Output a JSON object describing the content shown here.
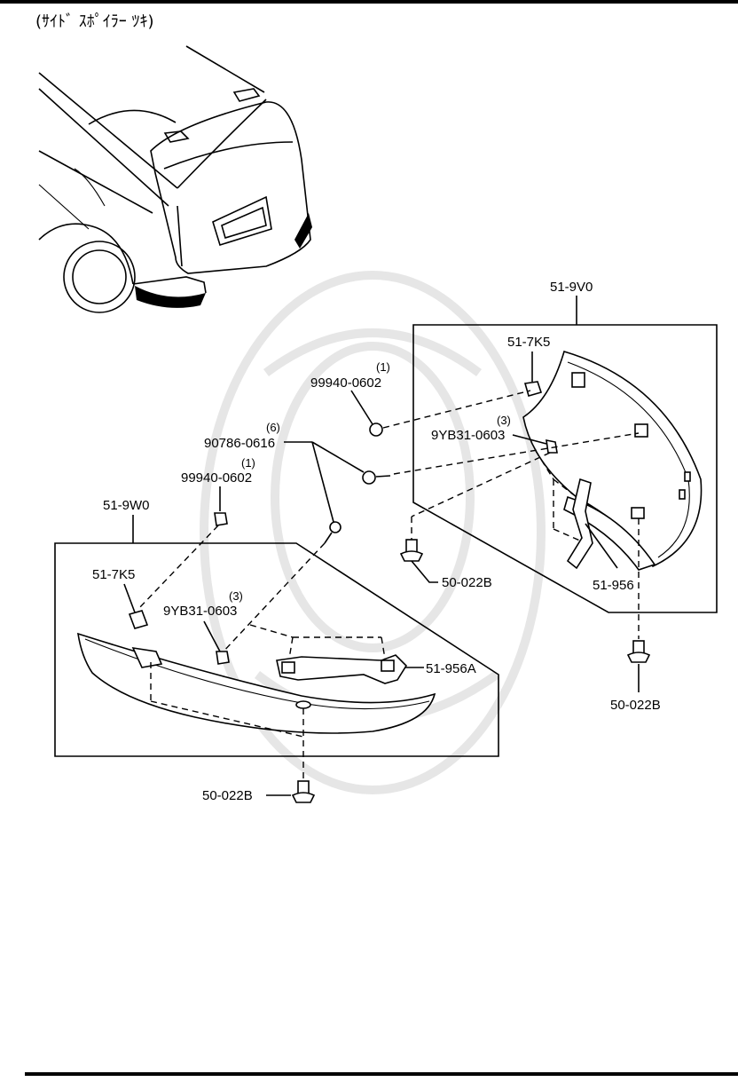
{
  "title": "(ｻｲﾄﾞ ｽﾎﾟｲﾗｰ ﾂｷ)",
  "labels": {
    "assy_rear": "51-9V0",
    "assy_side": "51-9W0",
    "bracket_rear": "51-7K5",
    "bracket_side": "51-7K5",
    "nut_top": "99940-0602",
    "nut_top_qty": "(1)",
    "nut_left": "99940-0602",
    "nut_left_qty": "(1)",
    "bolt": "90786-0616",
    "bolt_qty": "(6)",
    "clip_rear": "9YB31-0603",
    "clip_rear_qty": "(3)",
    "clip_side": "9YB31-0603",
    "clip_side_qty": "(3)",
    "part_rear": "51-956",
    "part_side": "51-956A",
    "fastener_mid": "50-022B",
    "fastener_right": "50-022B",
    "fastener_bottom": "50-022B"
  }
}
